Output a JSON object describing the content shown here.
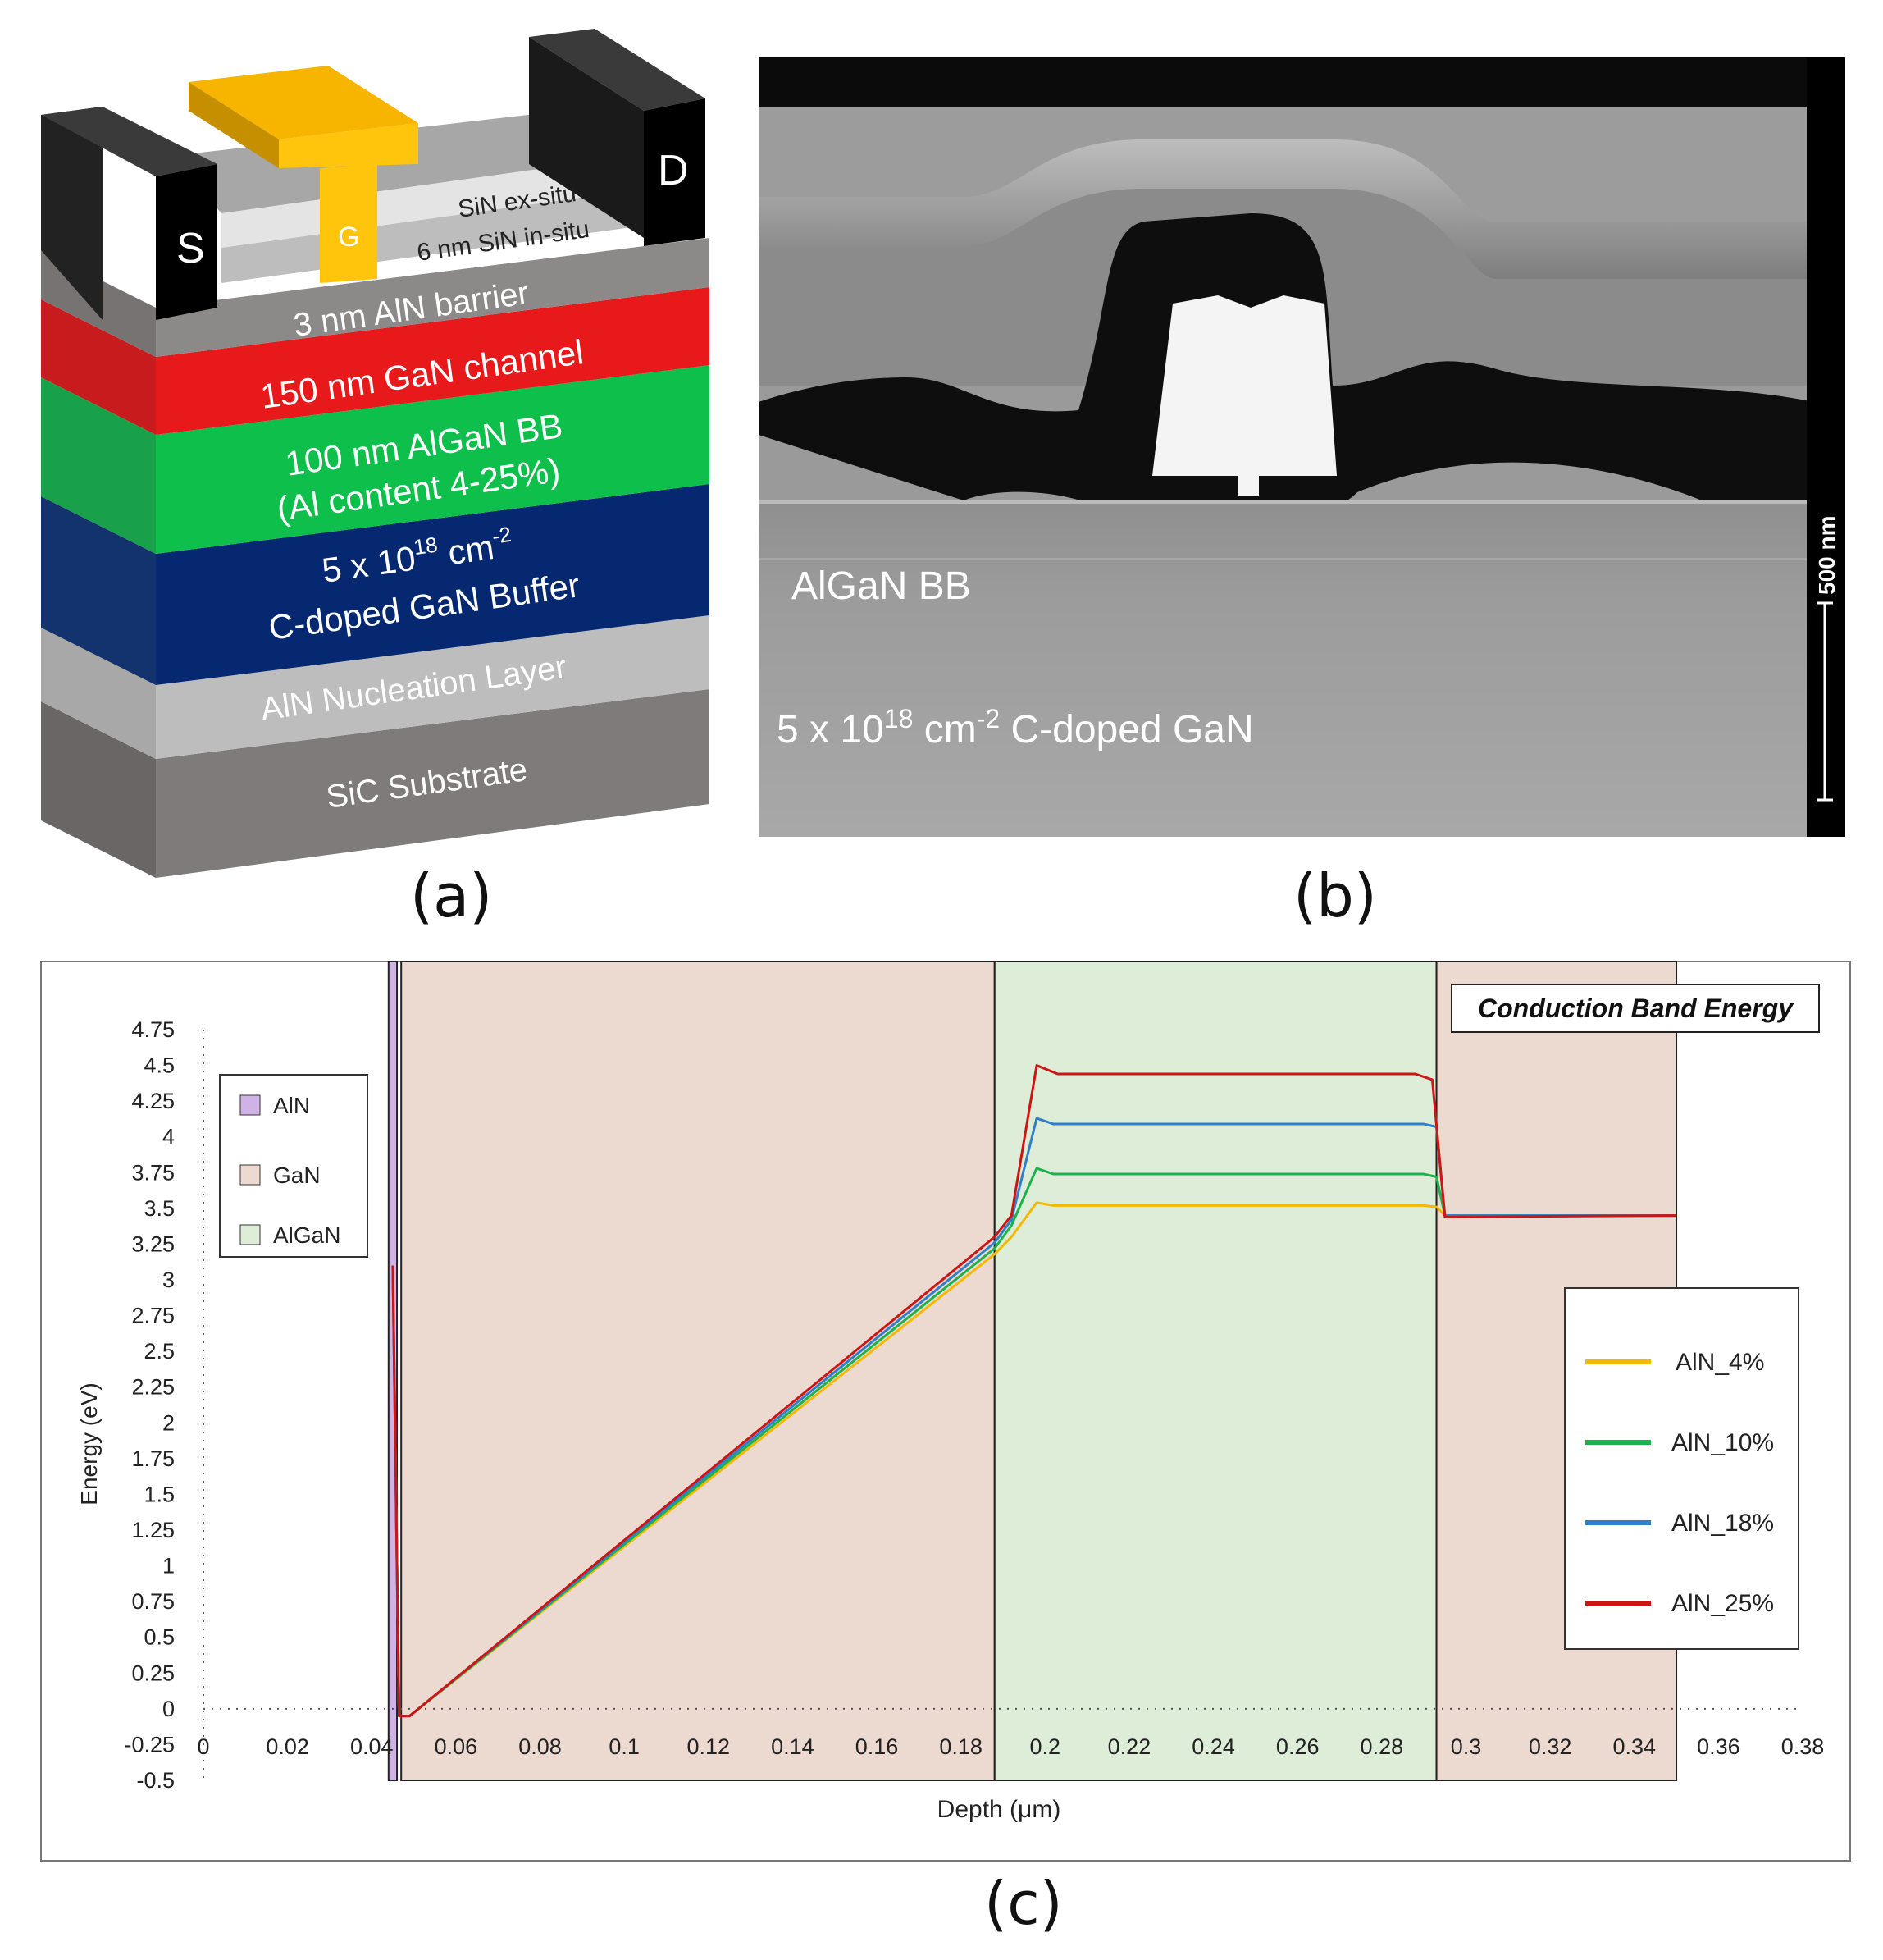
{
  "panel_a": {
    "contact_s": "S",
    "contact_d": "D",
    "contact_g": "G",
    "sin_ex": "SiN ex-situ",
    "sin_in": "6 nm SiN in-situ",
    "layers": [
      {
        "label": "3 nm AlN barrier",
        "color": "#8c8989"
      },
      {
        "label": "150 nm GaN channel",
        "color": "#e8191b"
      },
      {
        "label": "100 nm AlGaN BB",
        "label2": "(Al content 4-25%)",
        "color": "#0ebf4c"
      },
      {
        "label": "5 x 10",
        "sup": "18",
        "label_tail": " cm",
        "sup2": "-2",
        "label2": "C-doped GaN Buffer",
        "color": "#062870"
      },
      {
        "label": "AlN Nucleation Layer",
        "color": "#bdbdbd"
      },
      {
        "label": "SiC Substrate",
        "color": "#7f7b7b"
      }
    ],
    "caption": "(a)"
  },
  "panel_b": {
    "label_bb": "AlGaN BB",
    "label_gan_pre": "5 x 10",
    "label_gan_sup": "18",
    "label_gan_mid": " cm",
    "label_gan_sup2": "-2",
    "label_gan_post": " C-doped GaN",
    "scale_bar": "500 nm",
    "caption": "(b)"
  },
  "panel_c": {
    "caption": "(c)"
  },
  "chart_data": {
    "type": "line",
    "title": "Conduction Band Energy",
    "xlabel": "Depth (μm)",
    "ylabel": "Energy (eV)",
    "xlim": [
      0,
      0.38
    ],
    "ylim": [
      -0.5,
      4.75
    ],
    "xticks": [
      0,
      0.02,
      0.04,
      0.06,
      0.08,
      0.1,
      0.12,
      0.14,
      0.16,
      0.18,
      0.2,
      0.22,
      0.24,
      0.26,
      0.28,
      0.3,
      0.32,
      0.34,
      0.36,
      0.38
    ],
    "xtick_labels": [
      "0",
      "0.02",
      "0.04",
      "0.06",
      "0.08",
      "0.1",
      "0.12",
      "0.14",
      "0.16",
      "0.18",
      "0.2",
      "0.22",
      "0.24",
      "0.26",
      "0.28",
      "0.3",
      "0.32",
      "0.34",
      "0.36",
      "0.38"
    ],
    "yticks": [
      -0.5,
      -0.25,
      0,
      0.25,
      0.5,
      0.75,
      1,
      1.25,
      1.5,
      1.75,
      2,
      2.25,
      2.5,
      2.75,
      3,
      3.25,
      3.5,
      3.75,
      4,
      4.25,
      4.5,
      4.75
    ],
    "ytick_labels": [
      "-0.5",
      "-0.25",
      "0",
      "0.25",
      "0.5",
      "0.75",
      "1",
      "1.25",
      "1.5",
      "1.75",
      "2",
      "2.25",
      "2.5",
      "2.75",
      "3",
      "3.25",
      "3.5",
      "3.75",
      "4",
      "4.25",
      "4.5",
      "4.75"
    ],
    "regions": [
      {
        "name": "AlN",
        "x": [
          0.044,
          0.046
        ],
        "color": "#cfb3e6"
      },
      {
        "name": "GaN",
        "x": [
          0.047,
          0.188
        ],
        "color": "#ecd9d0"
      },
      {
        "name": "AlGaN",
        "x": [
          0.188,
          0.293
        ],
        "color": "#ddedd8"
      },
      {
        "name": "",
        "x": [
          0.293,
          0.35
        ],
        "color": "#ecd9d0"
      }
    ],
    "region_legend": [
      "AlN",
      "GaN",
      "AlGaN"
    ],
    "series": [
      {
        "name": "AlN_4%",
        "color": "#f5b800",
        "x": [
          0.045,
          0.0465,
          0.049,
          0.188,
          0.192,
          0.198,
          0.202,
          0.29,
          0.293,
          0.295,
          0.35
        ],
        "y": [
          3.1,
          -0.05,
          -0.05,
          3.18,
          3.3,
          3.54,
          3.52,
          3.52,
          3.51,
          3.45,
          3.45
        ]
      },
      {
        "name": "AlN_10%",
        "color": "#1db34b",
        "x": [
          0.045,
          0.0465,
          0.049,
          0.188,
          0.192,
          0.198,
          0.202,
          0.29,
          0.293,
          0.295,
          0.35
        ],
        "y": [
          3.1,
          -0.05,
          -0.05,
          3.22,
          3.38,
          3.78,
          3.74,
          3.74,
          3.72,
          3.45,
          3.45
        ]
      },
      {
        "name": "AlN_18%",
        "color": "#2f7fcc",
        "x": [
          0.045,
          0.0465,
          0.049,
          0.188,
          0.192,
          0.198,
          0.202,
          0.29,
          0.293,
          0.295,
          0.35
        ],
        "y": [
          3.1,
          -0.05,
          -0.05,
          3.26,
          3.42,
          4.13,
          4.09,
          4.09,
          4.07,
          3.45,
          3.45
        ]
      },
      {
        "name": "AlN_25%",
        "color": "#cc1616",
        "x": [
          0.045,
          0.0465,
          0.049,
          0.188,
          0.192,
          0.198,
          0.203,
          0.288,
          0.292,
          0.295,
          0.35
        ],
        "y": [
          3.1,
          -0.05,
          -0.05,
          3.3,
          3.45,
          4.5,
          4.44,
          4.44,
          4.4,
          3.44,
          3.45
        ]
      }
    ],
    "legend_position": "right"
  }
}
